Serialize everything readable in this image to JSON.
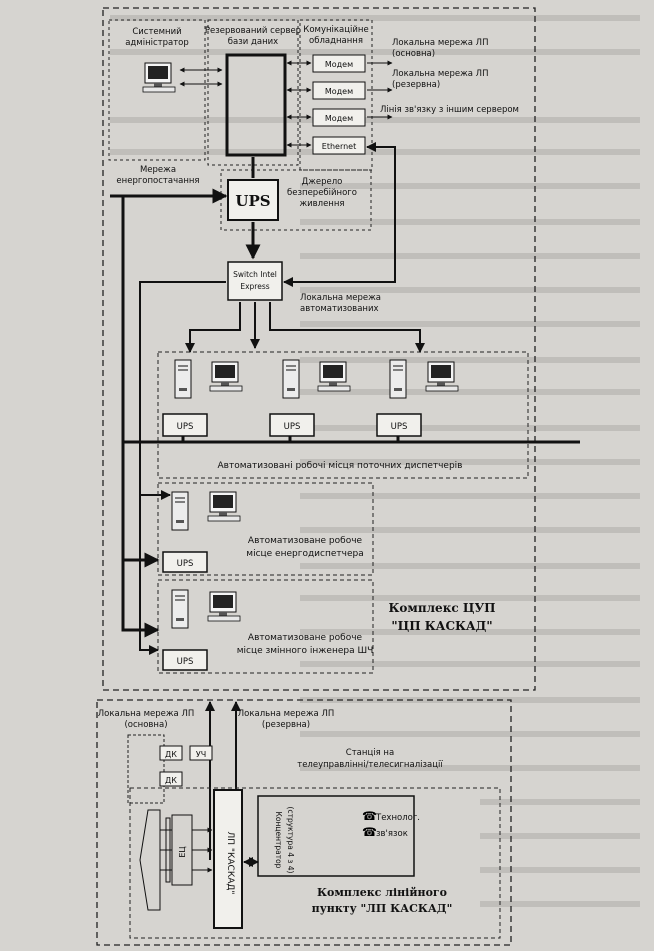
{
  "diagram": {
    "admin_label": [
      "Системний",
      "адміністратор"
    ],
    "reserve_server_label": [
      "Резервований сервер",
      "бази даних"
    ],
    "comm_equipment_label": [
      "Комунікаційне",
      "обладнання"
    ],
    "modem1": "Модем",
    "modem2": "Модем",
    "modem3": "Модем",
    "ethernet": "Ethernet",
    "lan_lp_main": [
      "Локальна мережа ЛП",
      "(основна)"
    ],
    "lan_lp_reserve": [
      "Локальна мережа ЛП",
      "(резервна)"
    ],
    "link_other_server": "Лінія зв'язку з іншим сервером",
    "power_network": [
      "Мережа",
      "енергопостачання"
    ],
    "ups_main": "UPS",
    "ups_source": [
      "Джерело",
      "безперебійного",
      "живлення"
    ],
    "switch": [
      "Switch Intel",
      "Express"
    ],
    "lan_automated": [
      "Локальна мережа",
      "автоматизованих"
    ],
    "ups_label": "UPS",
    "dispatchers_label": "Автоматизовані робочі місця поточних диспетчерів",
    "energy_dispatcher_label": [
      "Автоматизоване робоче",
      "місце енергодиспетчера"
    ],
    "shift_engineer_label": [
      "Автоматизоване робоче",
      "місце змінного інженера ШЧ"
    ],
    "complex_cup": [
      "Комплекс ЦУП",
      "\"ЦП КАСКАД\""
    ],
    "bottom_lan_main": [
      "Локальна мережа ЛП",
      "(основна)"
    ],
    "bottom_lan_reserve": [
      "Локальна мережа ЛП",
      "(резервна)"
    ],
    "station_label": [
      "Станція на",
      "телеуправлінні/телесигналізації"
    ],
    "dk1": "ДК",
    "dk2": "ДК",
    "ych": "УЧ",
    "ec": "ЕЦ",
    "lp_kaskad": "ЛП \"КАСКАД\"",
    "concentrator": [
      "Концентратор",
      "(структура 4 з 4)"
    ],
    "tech_link": [
      "Технолог.",
      "зв'язок"
    ],
    "complex_linear": [
      "Комплекс лінійного",
      "пункту \"ЛП КАСКАД\""
    ]
  }
}
